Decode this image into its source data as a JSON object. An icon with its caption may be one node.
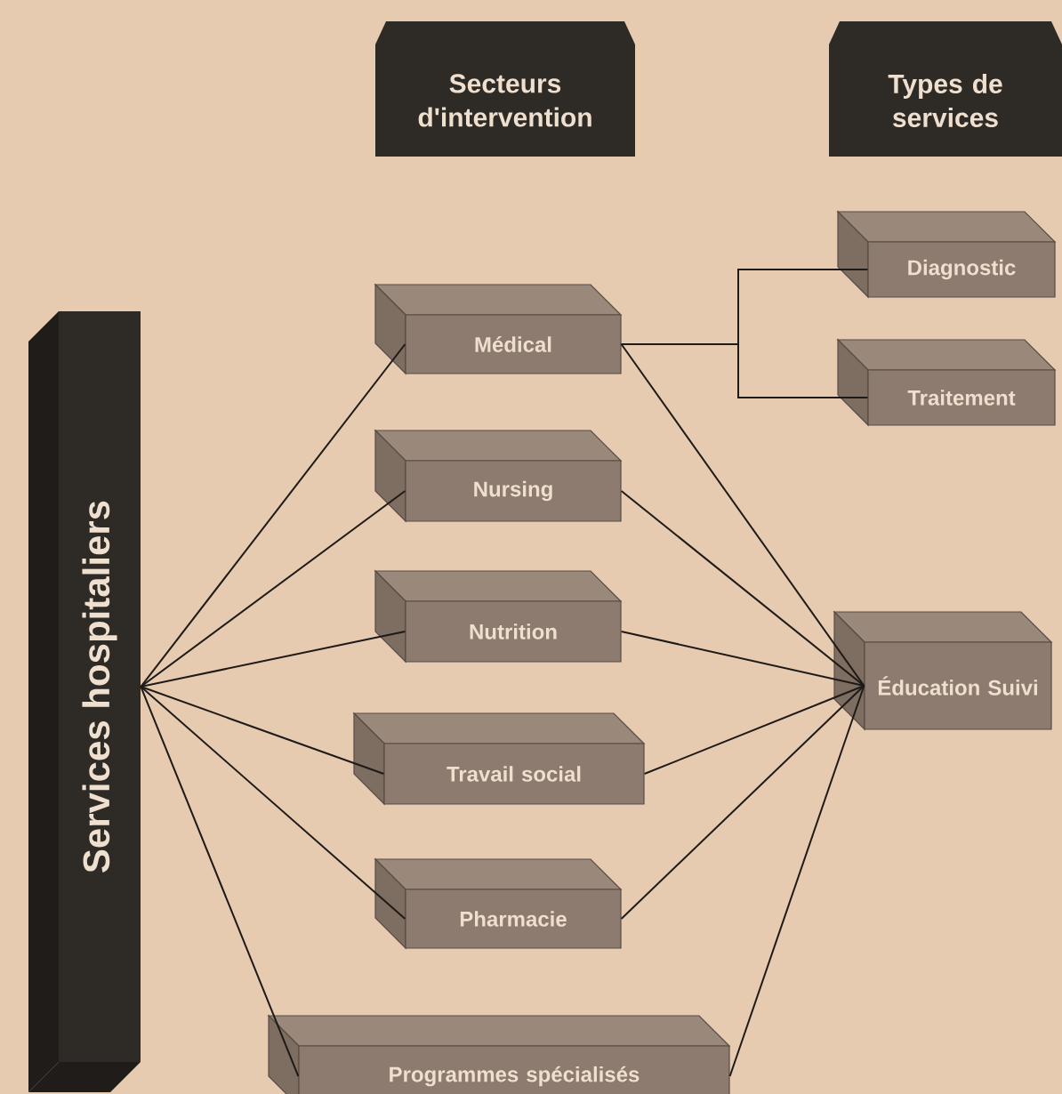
{
  "diagram": {
    "nodes": [
      {
        "text": [
          "Secteurs d'intervention"
        ]
      },
      {
        "text": [
          "Types de services"
        ]
      },
      {
        "text": [
          "Services hospitaliers"
        ]
      },
      {
        "text": [
          "Médical"
        ]
      },
      {
        "text": [
          "Nursing"
        ]
      },
      {
        "text": [
          "Nutrition"
        ]
      },
      {
        "text": [
          "Travail social"
        ]
      },
      {
        "text": [
          "Pharmacie"
        ]
      },
      {
        "text": [
          "Programmes spécialisés"
        ]
      },
      {
        "text": [
          "Diagnostic"
        ]
      },
      {
        "text": [
          "Traitement"
        ]
      },
      {
        "text": [
          "Éducation Suivi"
        ]
      }
    ],
    "edges": [
      {
        "from": 2,
        "to": 3,
        "arrow": "none"
      },
      {
        "from": 2,
        "to": 4,
        "arrow": "none"
      },
      {
        "from": 2,
        "to": 5,
        "arrow": "none"
      },
      {
        "from": 2,
        "to": 6,
        "arrow": "none"
      },
      {
        "from": 2,
        "to": 7,
        "arrow": "none"
      },
      {
        "from": 2,
        "to": 8,
        "arrow": "none"
      },
      {
        "from": 3,
        "to": 9,
        "arrow": "none"
      },
      {
        "from": 3,
        "to": 10,
        "arrow": "none"
      },
      {
        "from": 3,
        "to": 11,
        "arrow": "none"
      },
      {
        "from": 4,
        "to": 11,
        "arrow": "none"
      },
      {
        "from": 5,
        "to": 11,
        "arrow": "none"
      },
      {
        "from": 6,
        "to": 11,
        "arrow": "none"
      },
      {
        "from": 7,
        "to": 11,
        "arrow": "none"
      },
      {
        "from": 8,
        "to": 11,
        "arrow": "none"
      }
    ]
  }
}
